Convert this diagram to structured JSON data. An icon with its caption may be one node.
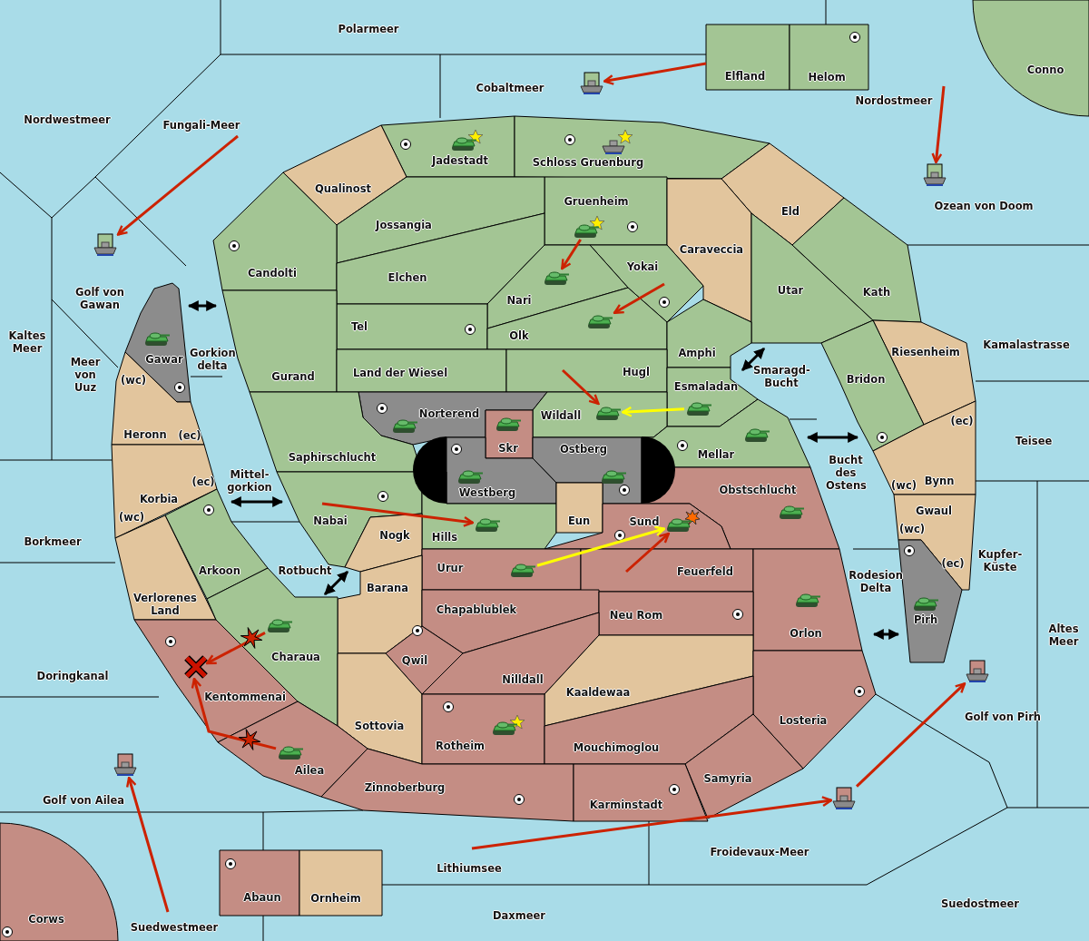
{
  "diagram": {
    "nodes": [
      {
        "text": [
          "Polarmeer"
        ]
      },
      {
        "text": [
          "Elfland"
        ]
      },
      {
        "text": [
          "Helom"
        ]
      },
      {
        "text": [
          "Conno"
        ]
      },
      {
        "text": [
          "Cobaltmeer"
        ]
      },
      {
        "text": [
          "Nordostmeer"
        ]
      },
      {
        "text": [
          "Nordwestmeer"
        ]
      },
      {
        "text": [
          "Jadestadt"
        ]
      },
      {
        "text": [
          "Schloss Gruenburg"
        ]
      },
      {
        "text": [
          "Fungali-Meer"
        ]
      },
      {
        "text": [
          "Qualinost"
        ]
      },
      {
        "text": [
          "Gruenheim"
        ]
      },
      {
        "text": [
          "Eld"
        ]
      },
      {
        "text": [
          "Ozean von Doom"
        ]
      },
      {
        "text": [
          "Jossangia"
        ]
      },
      {
        "text": [
          "Caraveccia"
        ]
      },
      {
        "text": [
          "Candolti"
        ]
      },
      {
        "text": [
          "Elchen"
        ]
      },
      {
        "text": [
          "Yokai"
        ]
      },
      {
        "text": [
          "Utar"
        ]
      },
      {
        "text": [
          "Kath"
        ]
      },
      {
        "text": [
          "Golf von Gawan"
        ]
      },
      {
        "text": [
          "Nari"
        ]
      },
      {
        "text": [
          "Tel"
        ]
      },
      {
        "text": [
          "Olk"
        ]
      },
      {
        "text": [
          "Riesenheim"
        ]
      },
      {
        "text": [
          "Kaltes Meer"
        ]
      },
      {
        "text": [
          "Amphi"
        ]
      },
      {
        "text": [
          "Kamalastrasse"
        ]
      },
      {
        "text": [
          "Gawar"
        ]
      },
      {
        "text": [
          "Gorkion delta"
        ]
      },
      {
        "text": [
          "Gurand"
        ]
      },
      {
        "text": [
          "Land der Wiesel"
        ]
      },
      {
        "text": [
          "Hugl"
        ]
      },
      {
        "text": [
          "Meer von Uuz"
        ]
      },
      {
        "text": [
          "Smaragd-Bucht"
        ]
      },
      {
        "text": [
          "Bridon"
        ]
      },
      {
        "text": [
          "Esmaladan"
        ]
      },
      {
        "text": [
          "Norterend"
        ]
      },
      {
        "text": [
          "Wildall"
        ]
      },
      {
        "text": [
          "(wc)",
          "Heronn",
          "(ec)"
        ]
      },
      {
        "text": [
          "Teisee"
        ]
      },
      {
        "text": [
          "Skr"
        ]
      },
      {
        "text": [
          "Ostberg"
        ]
      },
      {
        "text": [
          "Mellar"
        ]
      },
      {
        "text": [
          "Saphirschlucht"
        ]
      },
      {
        "text": [
          "Bucht des Ostens"
        ]
      },
      {
        "text": [
          "Westberg"
        ]
      },
      {
        "text": [
          "(ec)",
          "Korbia",
          "(wc)"
        ]
      },
      {
        "text": [
          "Mittel-gorkion"
        ]
      },
      {
        "text": [
          "(ec)",
          "(wc)",
          "Bynn"
        ]
      },
      {
        "text": [
          "Obstschlucht"
        ]
      },
      {
        "text": [
          "Gwaul",
          "(wc)",
          "(ec)"
        ]
      },
      {
        "text": [
          "Nabai"
        ]
      },
      {
        "text": [
          "Hills"
        ]
      },
      {
        "text": [
          "Eun"
        ]
      },
      {
        "text": [
          "Sund"
        ]
      },
      {
        "text": [
          "Nogk"
        ]
      },
      {
        "text": [
          "Borkmeer"
        ]
      },
      {
        "text": [
          "Kupfer-Küste"
        ]
      },
      {
        "text": [
          "Arkoon"
        ]
      },
      {
        "text": [
          "Urur"
        ]
      },
      {
        "text": [
          "Rotbucht"
        ]
      },
      {
        "text": [
          "Feuerfeld"
        ]
      },
      {
        "text": [
          "Rodesion Delta"
        ]
      },
      {
        "text": [
          "Barana"
        ]
      },
      {
        "text": [
          "Verlorenes Land"
        ]
      },
      {
        "text": [
          "Orlon"
        ]
      },
      {
        "text": [
          "Pirh"
        ]
      },
      {
        "text": [
          "Chapablublek"
        ]
      },
      {
        "text": [
          "Neu Rom"
        ]
      },
      {
        "text": [
          "Altes Meer"
        ]
      },
      {
        "text": [
          "Charaua"
        ]
      },
      {
        "text": [
          "Qwil"
        ]
      },
      {
        "text": [
          "Doringkanal"
        ]
      },
      {
        "text": [
          "Nilldall"
        ]
      },
      {
        "text": [
          "Kaaldewaa"
        ]
      },
      {
        "text": [
          "Kentommenai"
        ]
      },
      {
        "text": [
          "Golf von Pirh"
        ]
      },
      {
        "text": [
          "Losteria"
        ]
      },
      {
        "text": [
          "Sottovia"
        ]
      },
      {
        "text": [
          "Rotheim"
        ]
      },
      {
        "text": [
          "Mouchimoglou"
        ]
      },
      {
        "text": [
          "Ailea"
        ]
      },
      {
        "text": [
          "Samyria"
        ]
      },
      {
        "text": [
          "Zinnoberburg"
        ]
      },
      {
        "text": [
          "Golf von Ailea"
        ]
      },
      {
        "text": [
          "Karminstadt"
        ]
      },
      {
        "text": [
          "Suedwestmeer"
        ]
      },
      {
        "text": [
          "Froidevaux-Meer"
        ]
      },
      {
        "text": [
          "Lithiumsee"
        ]
      },
      {
        "text": [
          "Abaun"
        ]
      },
      {
        "text": [
          "Ornheim"
        ]
      },
      {
        "text": [
          "Suedostmeer"
        ]
      },
      {
        "text": [
          "Daxmeer"
        ]
      },
      {
        "text": [
          "Corws"
        ]
      },
      {
        "text": [],
        "shape": "picture"
      },
      {
        "text": [],
        "shape": "picture"
      },
      {
        "text": [],
        "shape": "picture"
      },
      {
        "text": [],
        "shape": "picture",
        "in": 11
      },
      {
        "text": [],
        "shape": "picture",
        "in": 22
      },
      {
        "text": [],
        "shape": "picture",
        "in": 24
      },
      {
        "text": [],
        "shape": "picture",
        "in": 39
      },
      {
        "text": [],
        "shape": "picture",
        "in": 37
      },
      {
        "text": [],
        "shape": "picture",
        "in": 54
      },
      {
        "text": [],
        "shape": "picture",
        "in": 56
      },
      {
        "text": [],
        "shape": "picture",
        "in": 61
      },
      {
        "text": [],
        "shape": "picture",
        "in": 72
      },
      {
        "text": [],
        "shape": "picture",
        "in": 83
      },
      {
        "text": [],
        "shape": "picture"
      },
      {
        "text": [],
        "shape": "picture"
      },
      {
        "text": [],
        "shape": "picture"
      },
      {
        "text": [],
        "shape": "semicircle"
      },
      {
        "text": [],
        "shape": "semicircle"
      }
    ],
    "edges": [
      {
        "from": 1,
        "to": 96,
        "arrow": "to"
      },
      {
        "from": 5,
        "to": 97,
        "arrow": "to"
      },
      {
        "from": 9,
        "to": 98,
        "arrow": "to"
      },
      {
        "from": 99,
        "to": 100,
        "arrow": "to"
      },
      {
        "from": 18,
        "to": 101,
        "arrow": "to"
      },
      {
        "from": 29,
        "to": 16,
        "arrow": "both",
        "color": "#000000"
      },
      {
        "from": 33,
        "to": 102,
        "arrow": "to"
      },
      {
        "from": 103,
        "to": 102,
        "arrow": "to",
        "color": "#ffff00"
      },
      {
        "from": 37,
        "to": 19,
        "arrow": "both",
        "color": "#000000"
      },
      {
        "from": 44,
        "to": 36,
        "arrow": "both",
        "color": "#000000"
      },
      {
        "from": 60,
        "to": 53,
        "arrow": "both",
        "color": "#000000"
      },
      {
        "from": 53,
        "to": 104,
        "arrow": "to"
      },
      {
        "from": 106,
        "to": 105,
        "arrow": "to",
        "color": "#ffff00"
      },
      {
        "from": 63,
        "to": 105,
        "arrow": "to"
      },
      {
        "from": 72,
        "to": 53,
        "arrow": "both",
        "color": "#000000"
      },
      {
        "from": 67,
        "to": 68,
        "arrow": "both",
        "color": "#000000"
      },
      {
        "from": 107,
        "to": 77,
        "arrow": "to"
      },
      {
        "from": 108,
        "to": 77,
        "arrow": "to"
      },
      {
        "from": 88,
        "to": 109,
        "arrow": "to"
      },
      {
        "from": 90,
        "to": 110,
        "arrow": "to"
      },
      {
        "from": 110,
        "to": 111,
        "arrow": "to"
      }
    ]
  }
}
